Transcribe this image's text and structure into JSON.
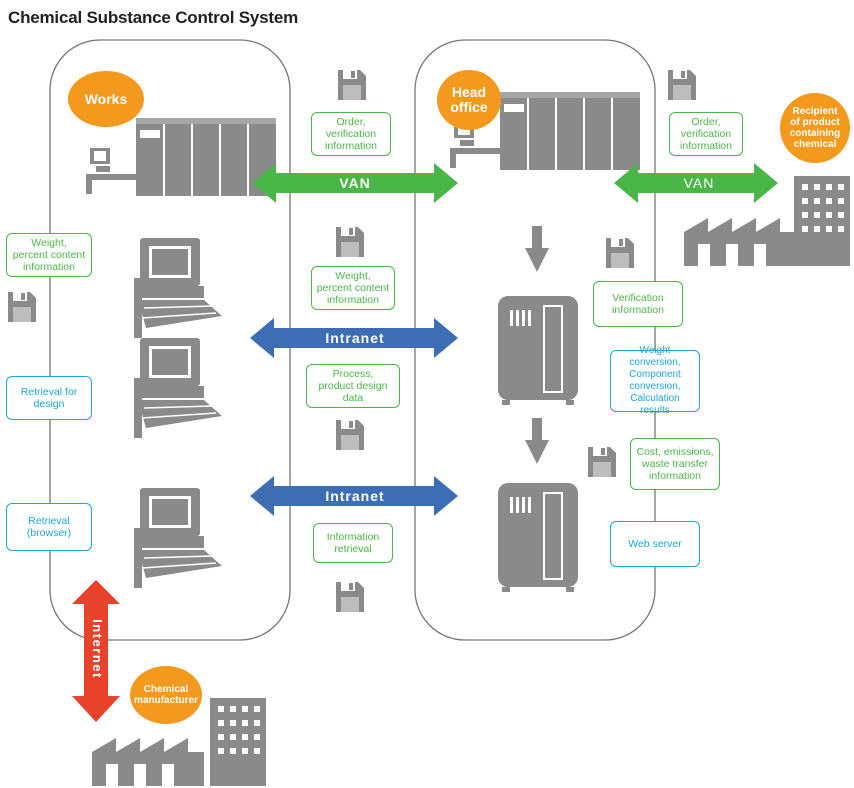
{
  "title": "Chemical Substance Control System",
  "nodes": {
    "works": "Works",
    "head_office": "Head\noffice",
    "recipient": "Recipient\nof product\ncontaining\nchemical",
    "chemical_manufacturer": "Chemical\nmanufacturer"
  },
  "connections": {
    "van_left": "VAN",
    "van_right": "VAN",
    "intranet_top": "Intranet",
    "intranet_bottom": "Intranet",
    "internet": "Internet"
  },
  "labels": {
    "order_info_left": "Order,\nverification\ninformation",
    "order_info_right": "Order,\nverification\ninformation",
    "weight_info_left": "Weight,\npercent content\ninformation",
    "weight_info_center": "Weight,\npercent content\ninformation",
    "process_data": "Process,\nproduct design\ndata",
    "info_retrieval": "Information\nretrieval",
    "verification_info": "Verification\ninformation",
    "weight_conversion": "Weight conversion,\nComponent\nconversion,\nCalculation results",
    "cost_emissions": "Cost, emissions,\nwaste transfer\ninformation",
    "retrieval_design": "Retrieval for\ndesign",
    "retrieval_browser": "Retrieval\n(browser)",
    "web_server": "Web server"
  },
  "colors": {
    "orange": "#f39a1e",
    "green": "#4bb648",
    "blue": "#3d6eb4",
    "red": "#e8412c",
    "cyan": "#1ba6dc",
    "gray": "#8a8a8a"
  },
  "icons": [
    "floppy-disk-icon",
    "mainframe-icon",
    "workstation-icon",
    "desktop-pc-icon",
    "server-icon",
    "factory-icon",
    "down-arrow-icon"
  ]
}
